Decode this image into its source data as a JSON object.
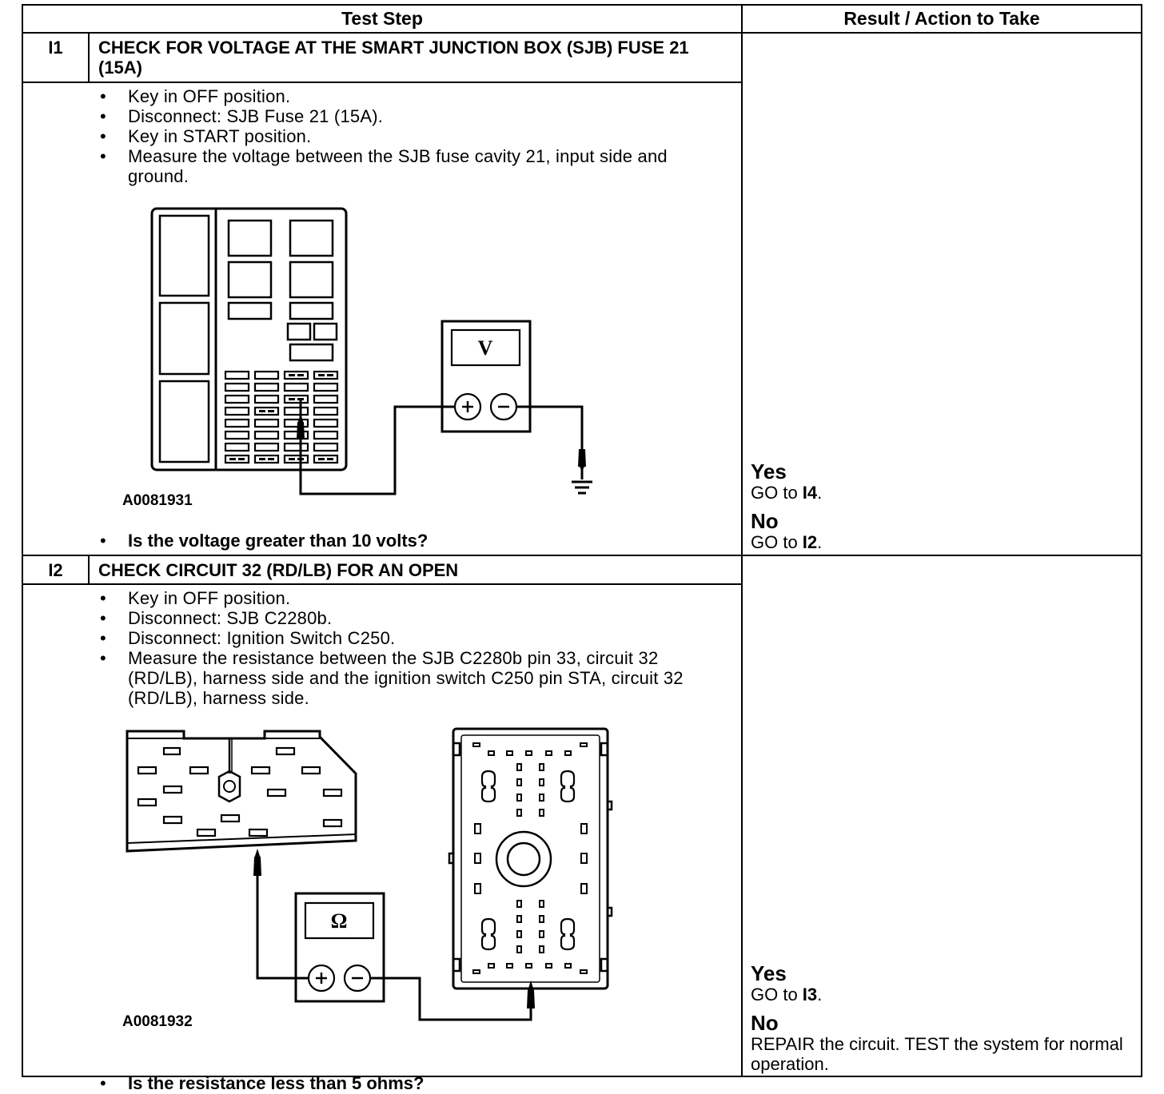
{
  "header": {
    "test_step": "Test Step",
    "result": "Result / Action to Take"
  },
  "steps": [
    {
      "id": "I1",
      "title": "CHECK FOR VOLTAGE AT THE SMART JUNCTION BOX (SJB) FUSE 21 (15A)",
      "bullets": [
        "Key in OFF position.",
        "Disconnect: SJB Fuse 21 (15A).",
        "Key in START position.",
        "Measure the voltage between the SJB fuse cavity 21, input side and ground."
      ],
      "figure_label": "A0081931",
      "meter_symbol": "V",
      "question": "Is the voltage greater than 10 volts?",
      "yes_label": "Yes",
      "yes_prefix": "GO to ",
      "yes_target": "I4",
      "no_label": "No",
      "no_prefix": "GO to ",
      "no_target": "I2"
    },
    {
      "id": "I2",
      "title": "CHECK CIRCUIT 32 (RD/LB) FOR AN OPEN",
      "bullets": [
        "Key in OFF position.",
        "Disconnect: SJB C2280b.",
        "Disconnect: Ignition Switch C250.",
        "Measure the resistance between the SJB C2280b pin 33, circuit 32 (RD/LB), harness side and the ignition switch C250 pin STA, circuit 32 (RD/LB), harness side."
      ],
      "figure_label": "A0081932",
      "meter_symbol": "Ω",
      "question": "Is the resistance less than 5 ohms?",
      "yes_label": "Yes",
      "yes_prefix": "GO to ",
      "yes_target": "I3",
      "no_label": "No",
      "no_text": "REPAIR the circuit. TEST the system for normal operation."
    }
  ]
}
